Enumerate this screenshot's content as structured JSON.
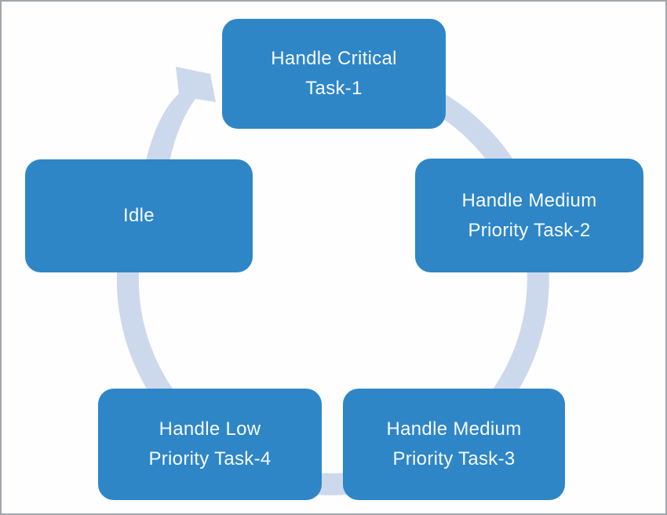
{
  "diagram": {
    "type": "cycle-flow",
    "direction": "clockwise",
    "nodes": [
      {
        "id": "task1",
        "label": "Handle Critical Task-1",
        "line1": "Handle Critical",
        "line2": "Task-1"
      },
      {
        "id": "task2",
        "label": "Handle Medium Priority Task-2",
        "line1": "Handle Medium",
        "line2": "Priority Task-2"
      },
      {
        "id": "task3",
        "label": "Handle Medium Priority Task-3",
        "line1": "Handle Medium",
        "line2": "Priority Task-3"
      },
      {
        "id": "task4",
        "label": "Handle Low Priority Task-4",
        "line1": "Handle Low",
        "line2": "Priority Task-4"
      },
      {
        "id": "idle",
        "label": "Idle",
        "line1": "Idle",
        "line2": ""
      }
    ],
    "colors": {
      "node-fill": "#2e86c7",
      "arrow": "#ccd9ec",
      "text": "#f8fbfe",
      "page-border": "#a2a6ac",
      "page-bg": "#fefefe"
    }
  }
}
